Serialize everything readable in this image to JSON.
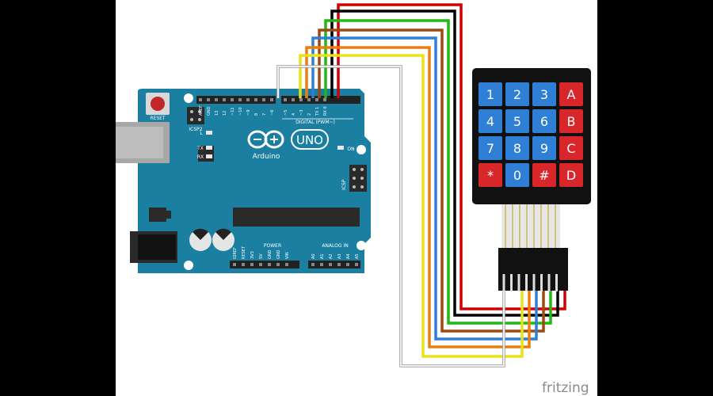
{
  "board": {
    "reset_label": "RESET",
    "icsp2_label": "ICSP2",
    "icsp_label": "ICSP",
    "digital_label": "DIGITAL (PWM~)",
    "uno_label": "UNO",
    "brand_label": "Arduino",
    "l_label": "L",
    "tx_label": "TX",
    "rx_label": "RX",
    "on_label": "ON",
    "power_label": "POWER",
    "analog_label": "ANALOG IN",
    "top_pins": [
      "AREF",
      "GND",
      "13",
      "12",
      "~11",
      "~10",
      "~9",
      "8",
      "7",
      "~6",
      "~5",
      "4",
      "~3",
      "2",
      "TX 1",
      "RX 0"
    ],
    "power_pins": [
      "IOREF",
      "RESET",
      "3V3",
      "5V",
      "GND",
      "GND",
      "VIN"
    ],
    "analog_pins": [
      "A0",
      "A1",
      "A2",
      "A3",
      "A4",
      "A5"
    ]
  },
  "keypad": {
    "keys": [
      "1",
      "2",
      "3",
      "A",
      "4",
      "5",
      "6",
      "B",
      "7",
      "8",
      "9",
      "C",
      "*",
      "0",
      "#",
      "D"
    ],
    "colors": {
      "number": "#2f7fd6",
      "letter": "#d9262b",
      "body": "#111111"
    }
  },
  "wires": {
    "colors": [
      "#d00000",
      "#000000",
      "#1fb814",
      "#9b4a14",
      "#2f7fd6",
      "#e97f12",
      "#e8e21a",
      "#dddddd"
    ]
  },
  "footer": {
    "fritzing_label": "fritzing"
  }
}
